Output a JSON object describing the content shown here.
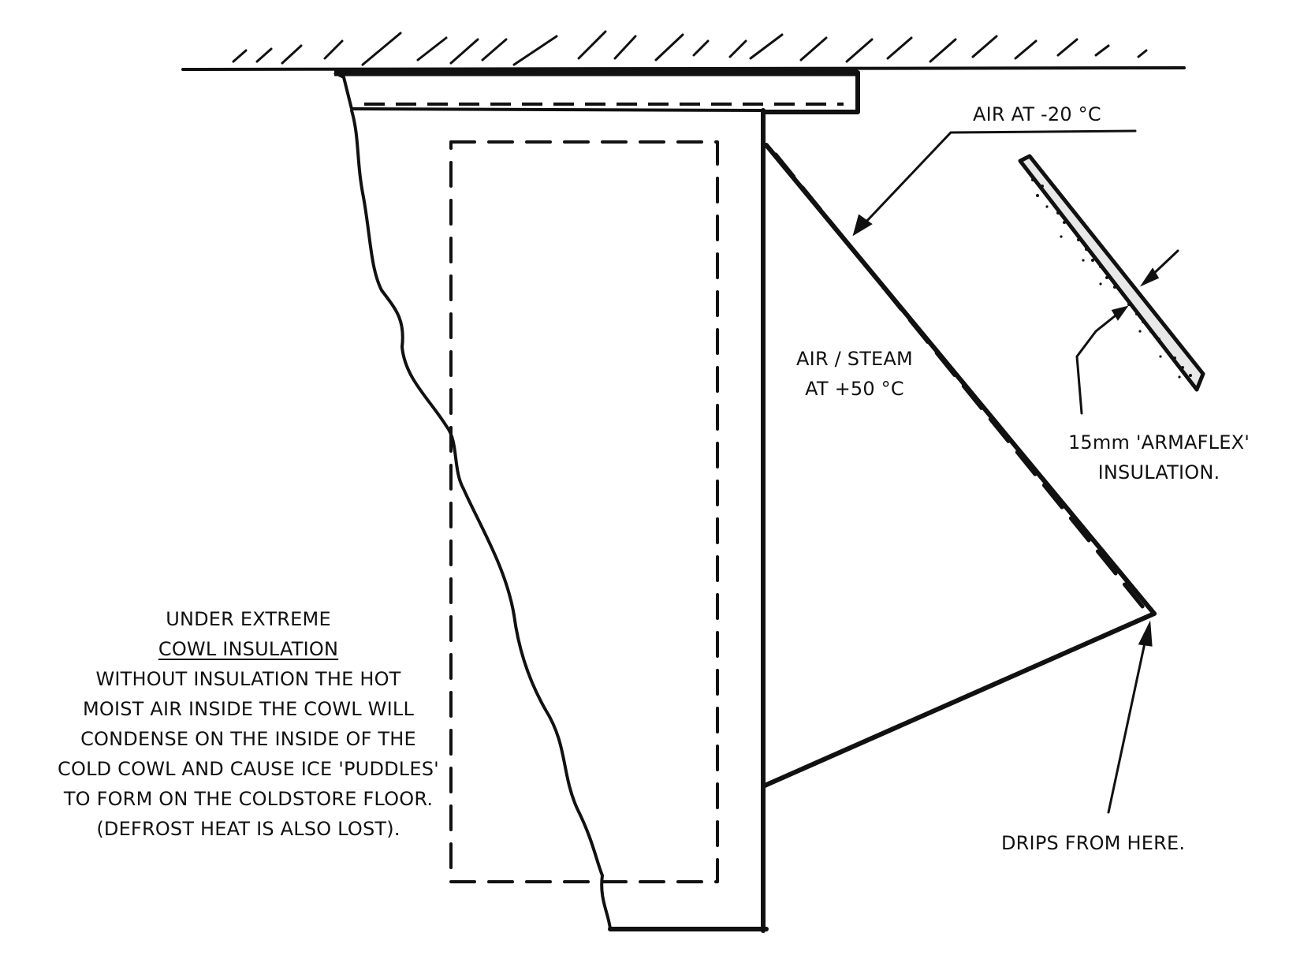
{
  "labels": {
    "cold_air": "AIR AT -20 °C",
    "hot_air_line1": "AIR / STEAM",
    "hot_air_line2": "AT +50 °C",
    "insulation_line1": "15mm 'ARMAFLEX'",
    "insulation_line2": "INSULATION.",
    "drips": "DRIPS FROM HERE."
  },
  "caption": {
    "line1": "UNDER EXTREME",
    "heading": "COWL INSULATION",
    "body": [
      "WITHOUT INSULATION THE HOT",
      "MOIST AIR INSIDE THE COWL WILL",
      "CONDENSE ON THE INSIDE OF THE",
      "COLD COWL AND CAUSE ICE 'PUDDLES'",
      "TO FORM ON THE COLDSTORE FLOOR.",
      "(DEFROST HEAT IS ALSO LOST)."
    ]
  },
  "colors": {
    "ink": "#111111",
    "paper": "#ffffff"
  }
}
